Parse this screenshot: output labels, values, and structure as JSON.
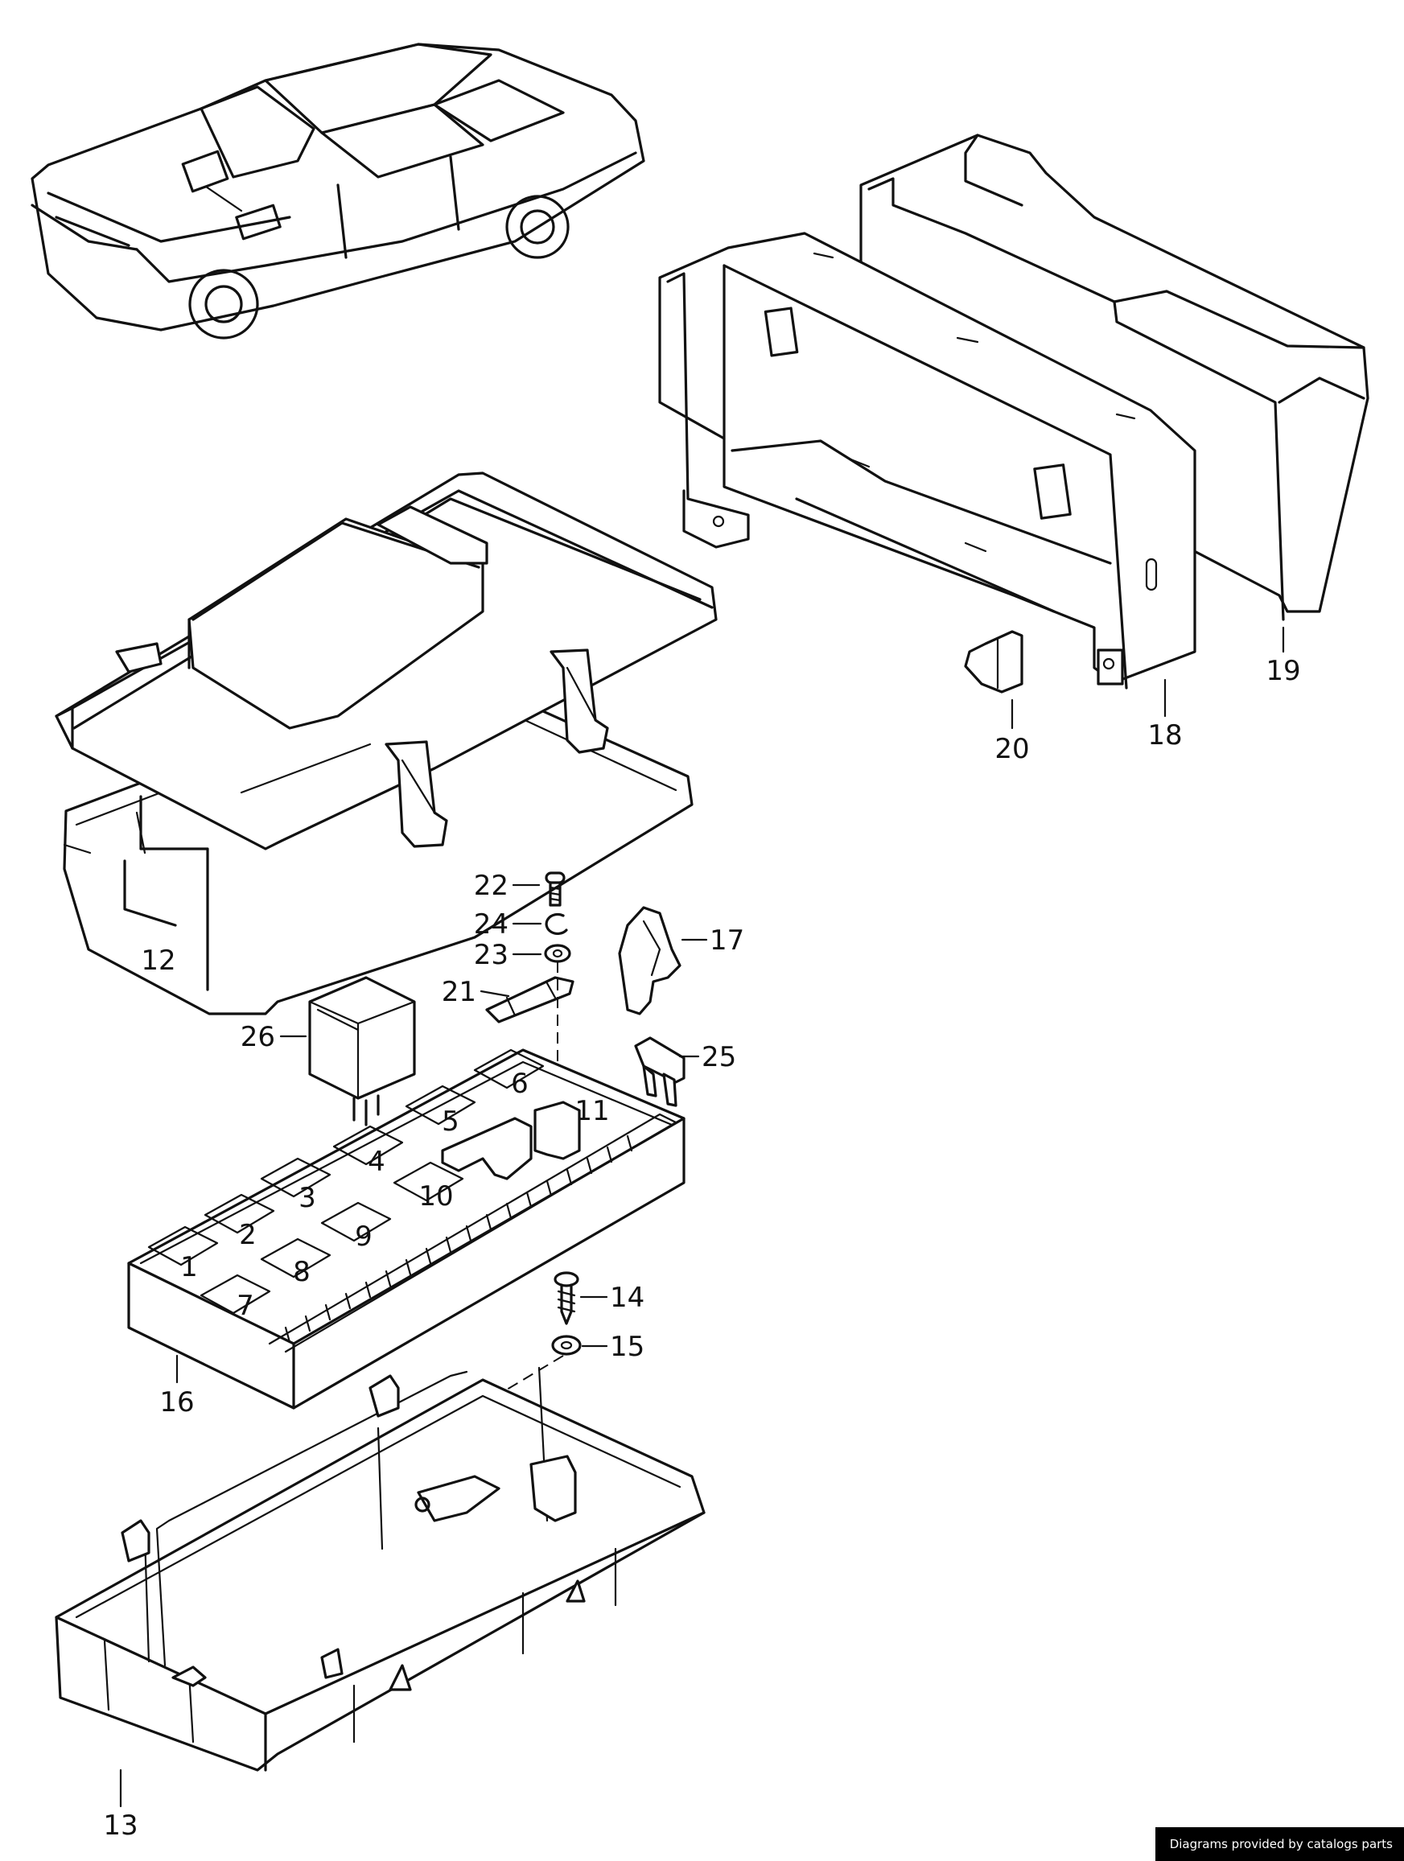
{
  "labels": {
    "p12": "12",
    "p13": "13",
    "p14": "14",
    "p15": "15",
    "p16": "16",
    "p17": "17",
    "p18": "18",
    "p19": "19",
    "p20": "20",
    "p21": "21",
    "p22": "22",
    "p23": "23",
    "p24": "24",
    "p25": "25",
    "p26": "26"
  },
  "relay_slots": [
    "1",
    "2",
    "3",
    "4",
    "5",
    "6",
    "7",
    "8",
    "9",
    "10",
    "11"
  ],
  "footer": "Diagrams provided by catalogs parts"
}
